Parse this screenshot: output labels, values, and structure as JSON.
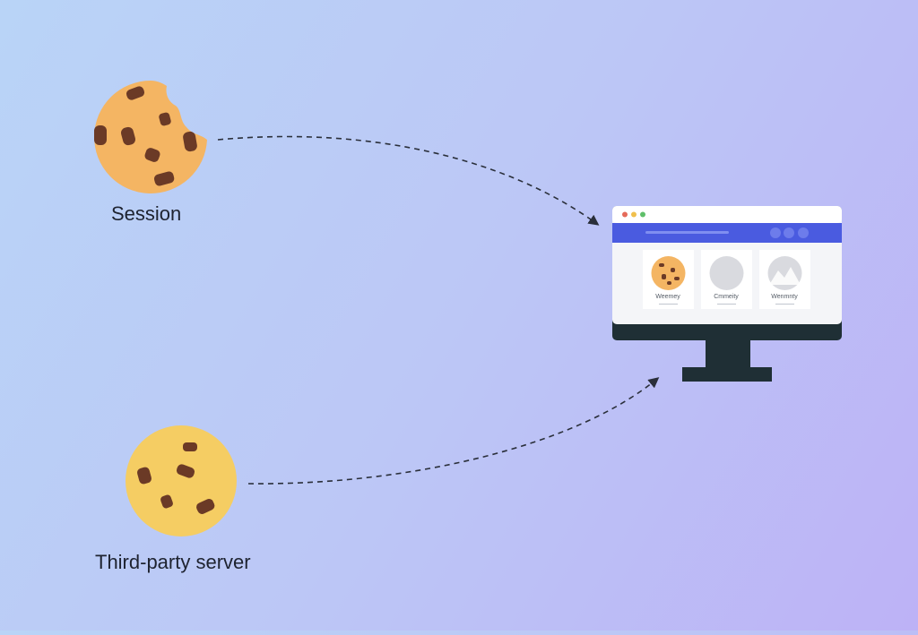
{
  "session_cookie": {
    "label": "Session"
  },
  "third_party_cookie": {
    "label": "Third-party server"
  },
  "browser": {
    "cards": [
      {
        "caption": "Weemey"
      },
      {
        "caption": "Cmmeity"
      },
      {
        "caption": "Wenmnty"
      }
    ]
  },
  "colors": {
    "background_start": "#b9d4f7",
    "background_end": "#bdb2f6",
    "session_cookie": "#f4b563",
    "third_party_cookie": "#f5cd63",
    "chocolate_chip": "#6b3a26",
    "browser_header": "#4a5be0",
    "monitor_frame": "#1f2f35",
    "arrow": "#2a2f3a"
  }
}
